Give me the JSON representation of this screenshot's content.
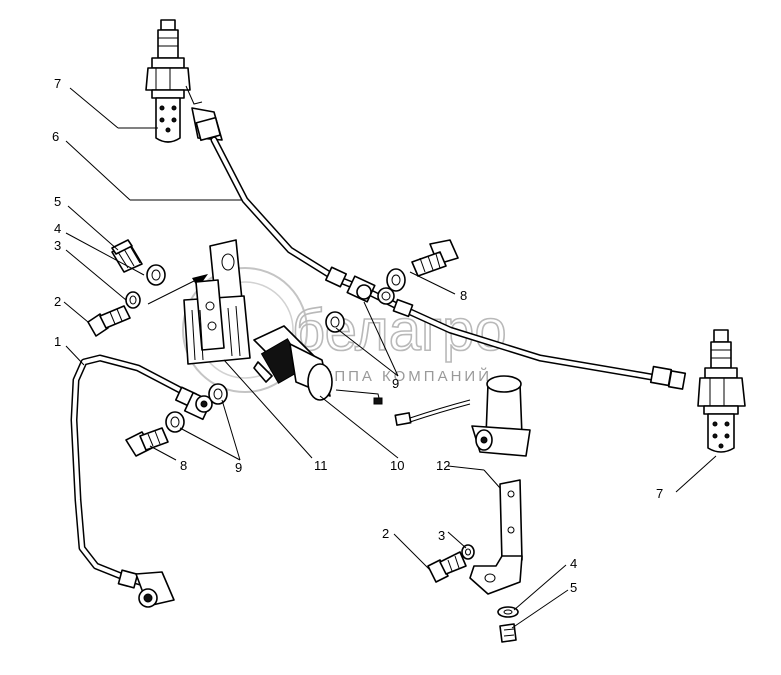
{
  "watermark": {
    "brand": "белагро",
    "subtitle": "ГРУППА КОМПАНИЙ"
  },
  "callouts": [
    {
      "id": "c7a",
      "text": "7"
    },
    {
      "id": "c6",
      "text": "6"
    },
    {
      "id": "c5a",
      "text": "5"
    },
    {
      "id": "c4a",
      "text": "4"
    },
    {
      "id": "c3a",
      "text": "3"
    },
    {
      "id": "c2a",
      "text": "2"
    },
    {
      "id": "c1",
      "text": "1"
    },
    {
      "id": "c8a",
      "text": "8"
    },
    {
      "id": "c9a",
      "text": "9"
    },
    {
      "id": "c11",
      "text": "11"
    },
    {
      "id": "c8b",
      "text": "8"
    },
    {
      "id": "c9b",
      "text": "9"
    },
    {
      "id": "c10",
      "text": "10"
    },
    {
      "id": "c12",
      "text": "12"
    },
    {
      "id": "c7b",
      "text": "7"
    },
    {
      "id": "c2b",
      "text": "2"
    },
    {
      "id": "c3b",
      "text": "3"
    },
    {
      "id": "c4b",
      "text": "4"
    },
    {
      "id": "c5b",
      "text": "5"
    }
  ]
}
